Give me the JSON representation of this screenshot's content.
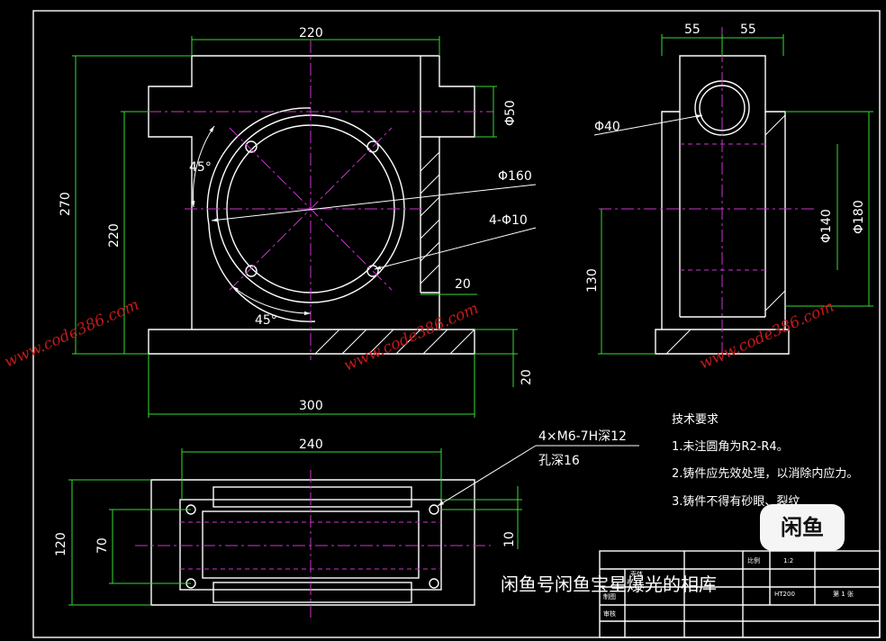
{
  "dimensions": {
    "front_width_top": "220",
    "front_height_total": "270",
    "front_height_inner": "220",
    "front_width_base": "300",
    "boss_diameter": "Φ50",
    "flange_diameter": "Φ160",
    "bolt_holes": "4-Φ10",
    "angle_top": "45°",
    "angle_bottom": "45°",
    "wall_thickness": "20",
    "base_thickness": "20",
    "side_half_left": "55",
    "side_half_right": "55",
    "side_hole_diameter": "Φ40",
    "side_inner_diameter": "Φ140",
    "side_outer_diameter": "Φ180",
    "side_center_height": "130",
    "top_length": "240",
    "top_width_outer": "120",
    "top_width_inner": "70",
    "top_slot": "10",
    "thread_callout_line1": "4×M6-7H深12",
    "thread_callout_line2": "孔深16"
  },
  "tech_requirements": {
    "title": "技术要求",
    "item1": "1.未注圆角为R2-R4。",
    "item2": "2.铸件应先效处理，以消除内应力。",
    "item3": "3.铸件不得有砂眼、裂纹"
  },
  "title_block": {
    "part_name": "壳体",
    "scale_label": "比例",
    "scale_value": "1:2",
    "material": "HT200",
    "sheet": "第 1 张",
    "row_design": "制图",
    "row_check": "审核"
  },
  "watermarks": {
    "site1": "www.code386.com",
    "site2": "www.code386.com",
    "site3": "www.code386.com"
  },
  "overlay": {
    "logo_text": "闲鱼",
    "caption": "闲鱼号闲鱼宝星爆光的相库"
  },
  "colors": {
    "background": "#000000",
    "outline": "#ffffff",
    "dimension": "#33dd33",
    "centerline": "#cc33cc",
    "watermark": "#c41a1a"
  }
}
